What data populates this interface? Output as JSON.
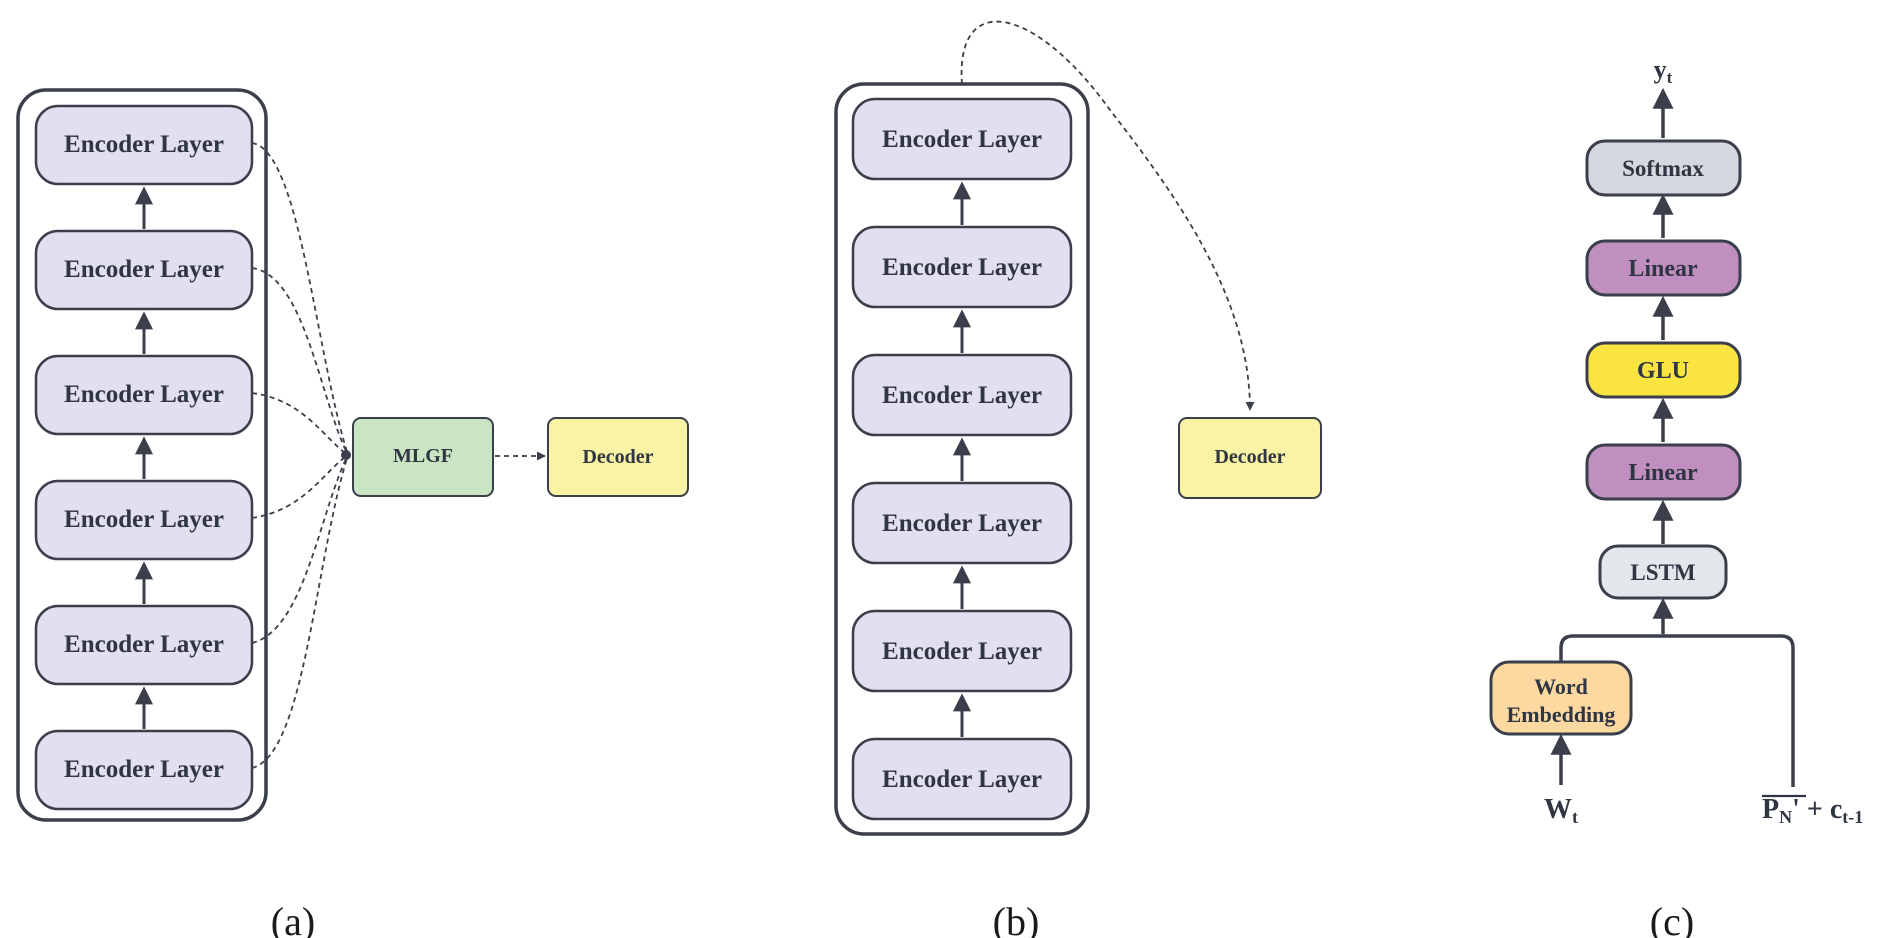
{
  "panel_a": {
    "layers": [
      "Encoder Layer",
      "Encoder Layer",
      "Encoder Layer",
      "Encoder Layer",
      "Encoder Layer",
      "Encoder Layer"
    ],
    "fusion_label": "MLGF",
    "decoder_label": "Decoder",
    "caption": "(a)"
  },
  "panel_b": {
    "layers": [
      "Encoder Layer",
      "Encoder Layer",
      "Encoder Layer",
      "Encoder Layer",
      "Encoder Layer",
      "Encoder Layer"
    ],
    "decoder_label": "Decoder",
    "caption": "(b)"
  },
  "panel_c": {
    "output_label": "y",
    "output_sub": "t",
    "softmax_label": "Softmax",
    "linear_top_label": "Linear",
    "glu_label": "GLU",
    "linear_bottom_label": "Linear",
    "lstm_label": "LSTM",
    "embedding_line1": "Word",
    "embedding_line2": "Embedding",
    "input_word_label": "W",
    "input_word_sub": "t",
    "input_context_main": "P",
    "input_context_sub": "N",
    "input_context_rest": "' + c",
    "input_context_rest_sub": "t-1",
    "caption": "(c)"
  },
  "colors": {
    "encoder_fill": "#e2dff0",
    "outline": "#3a3f4b",
    "mlgf_fill": "#c9e5c3",
    "decoder_fill": "#faf3a4",
    "softmax_fill": "#d5d9df",
    "linear_fill": "#c08fbf",
    "glu_fill": "#f9e442",
    "lstm_fill": "#e3e6ea",
    "embedding_fill": "#fcd9a0"
  }
}
